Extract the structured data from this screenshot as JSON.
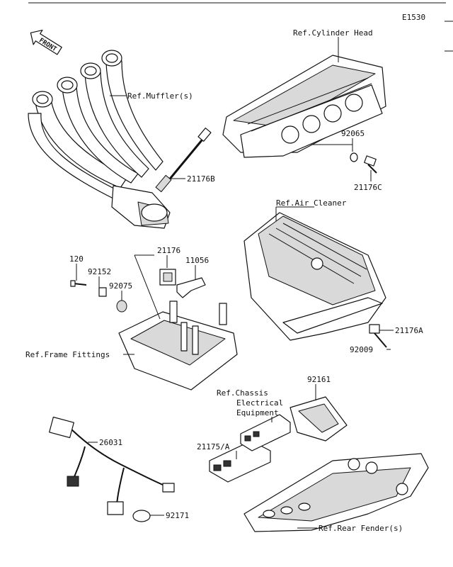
{
  "header": {
    "code": "E1530"
  },
  "front_arrow": {
    "label": "FRONT"
  },
  "callouts": {
    "cylinder_head": "Ref.Cylinder Head",
    "mufflers": "Ref.Muffler(s)",
    "p92065": "92065",
    "p21176B": "21176B",
    "p21176C": "21176C",
    "air_cleaner": "Ref.Air Cleaner",
    "p21176": "21176",
    "p11056": "11056",
    "p120": "120",
    "p92152": "92152",
    "p92075": "92075",
    "p21176A": "21176A",
    "p92009": "92009",
    "frame_fittings": "Ref.Frame Fittings",
    "p92161": "92161",
    "chassis_electrical_1": "Ref.Chassis",
    "chassis_electrical_2": "Electrical",
    "chassis_electrical_3": "Equipment",
    "p26031": "26031",
    "p21175A": "21175/A",
    "p92171": "92171",
    "rear_fender": "Ref.Rear Fender(s)"
  }
}
